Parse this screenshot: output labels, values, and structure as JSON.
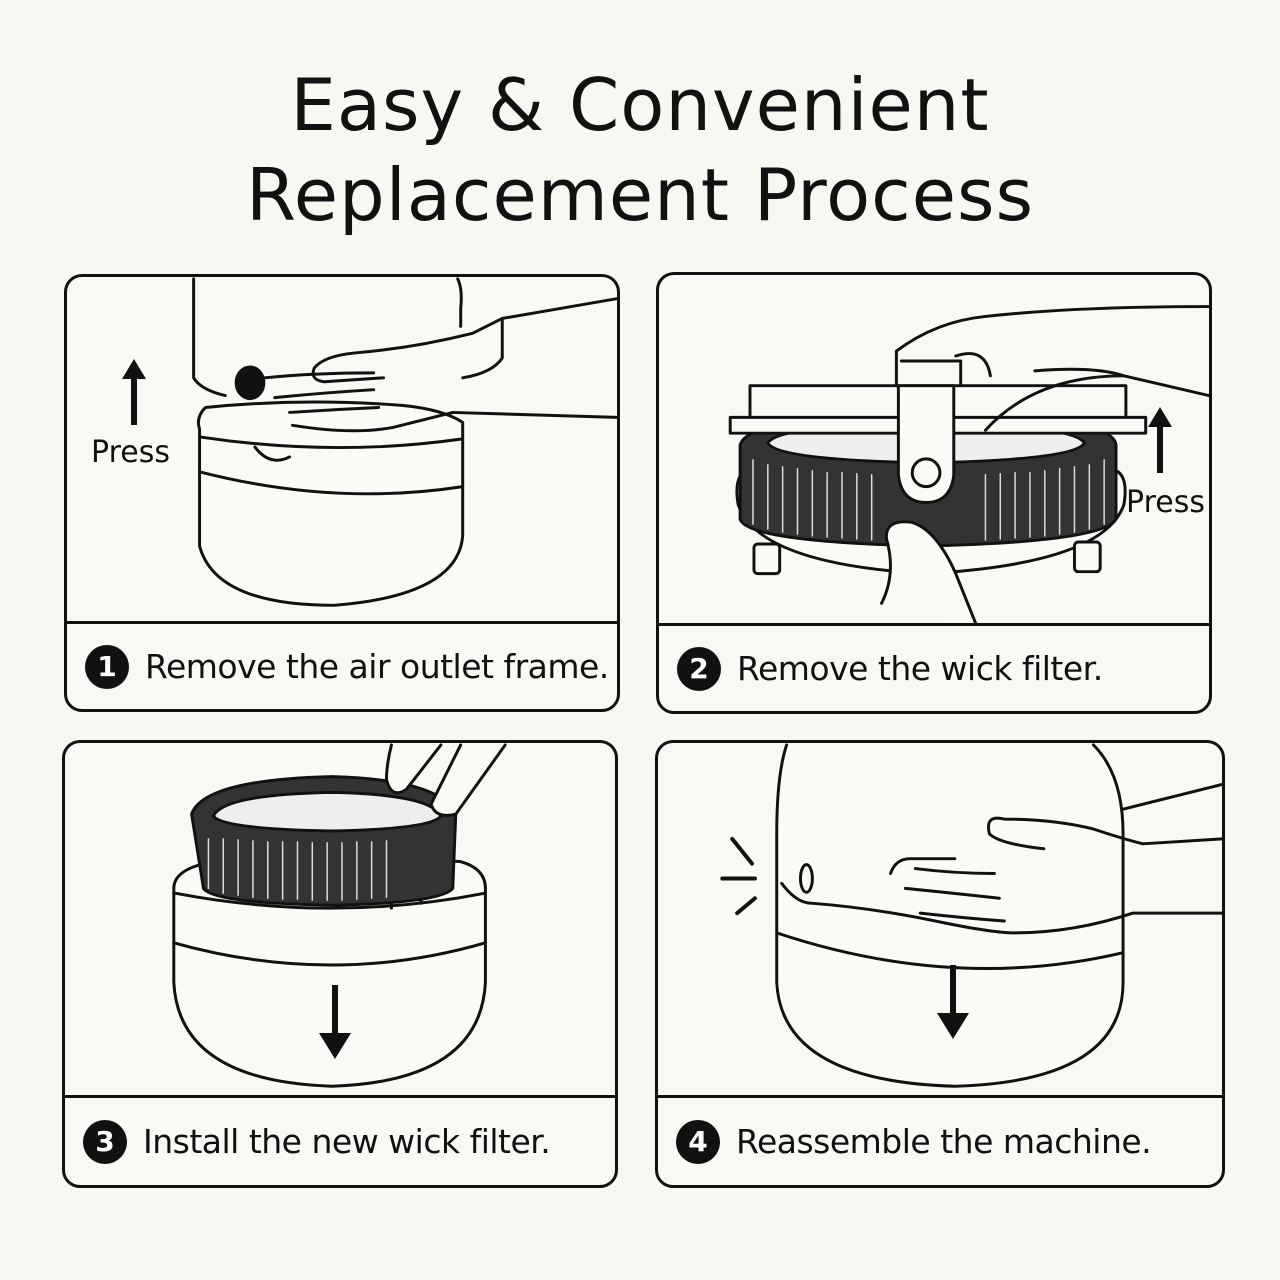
{
  "title": {
    "line1": "Easy & Convenient",
    "line2": "Replacement Process"
  },
  "colors": {
    "background": "#f8f7f2",
    "ink": "#111111",
    "panel": "#f9f8f4"
  },
  "steps": [
    {
      "number": "1",
      "caption": "Remove the air outlet frame.",
      "annotation": "Press",
      "arrow": "arrow-up-icon"
    },
    {
      "number": "2",
      "caption": "Remove the wick filter.",
      "annotation": "Press",
      "arrow": "arrow-up-icon"
    },
    {
      "number": "3",
      "caption": "Install the new wick filter.",
      "arrow": "arrow-down-icon"
    },
    {
      "number": "4",
      "caption": "Reassemble the machine.",
      "arrow": "arrow-down-icon"
    }
  ]
}
